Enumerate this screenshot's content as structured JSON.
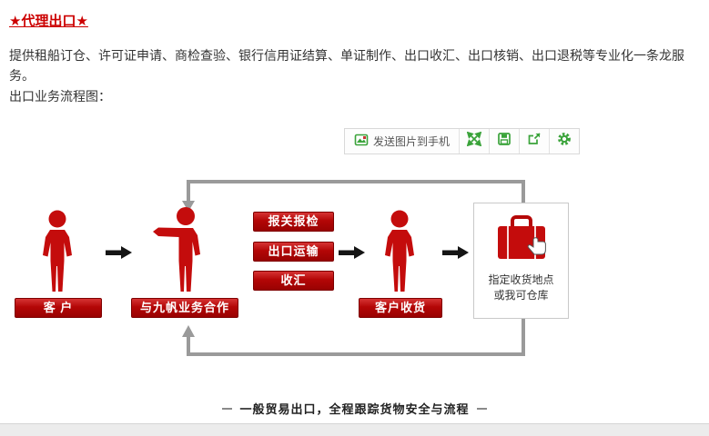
{
  "header": {
    "title": "★代理出口★"
  },
  "content": {
    "intro": "提供租船订仓、许可证申请、商检查验、银行信用证结算、单证制作、出口收汇、出口核销、出口退税等专业化一条龙服务。",
    "flow_label": "出口业务流程图：",
    "caption": "一般贸易出口，全程跟踪货物安全与流程"
  },
  "toolbar": {
    "send_to_phone": "发送图片到手机",
    "icons": [
      "phone-image-icon",
      "expand-icon",
      "save-icon",
      "share-icon",
      "gear-icon"
    ]
  },
  "flow": {
    "customer": "客 户",
    "cooperate": "与九帆业务合作",
    "steps": [
      "报关报检",
      "出口运输",
      "收汇"
    ],
    "receive": "客户收货",
    "destination_line1": "指定收货地点",
    "destination_line2": "或我可仓库"
  },
  "colors": {
    "accent_red": "#cc0000",
    "button_red": "#b30606",
    "figure_red": "#c40c0c",
    "icon_green": "#3aa33a",
    "loop_gray": "#9a9a9a"
  }
}
